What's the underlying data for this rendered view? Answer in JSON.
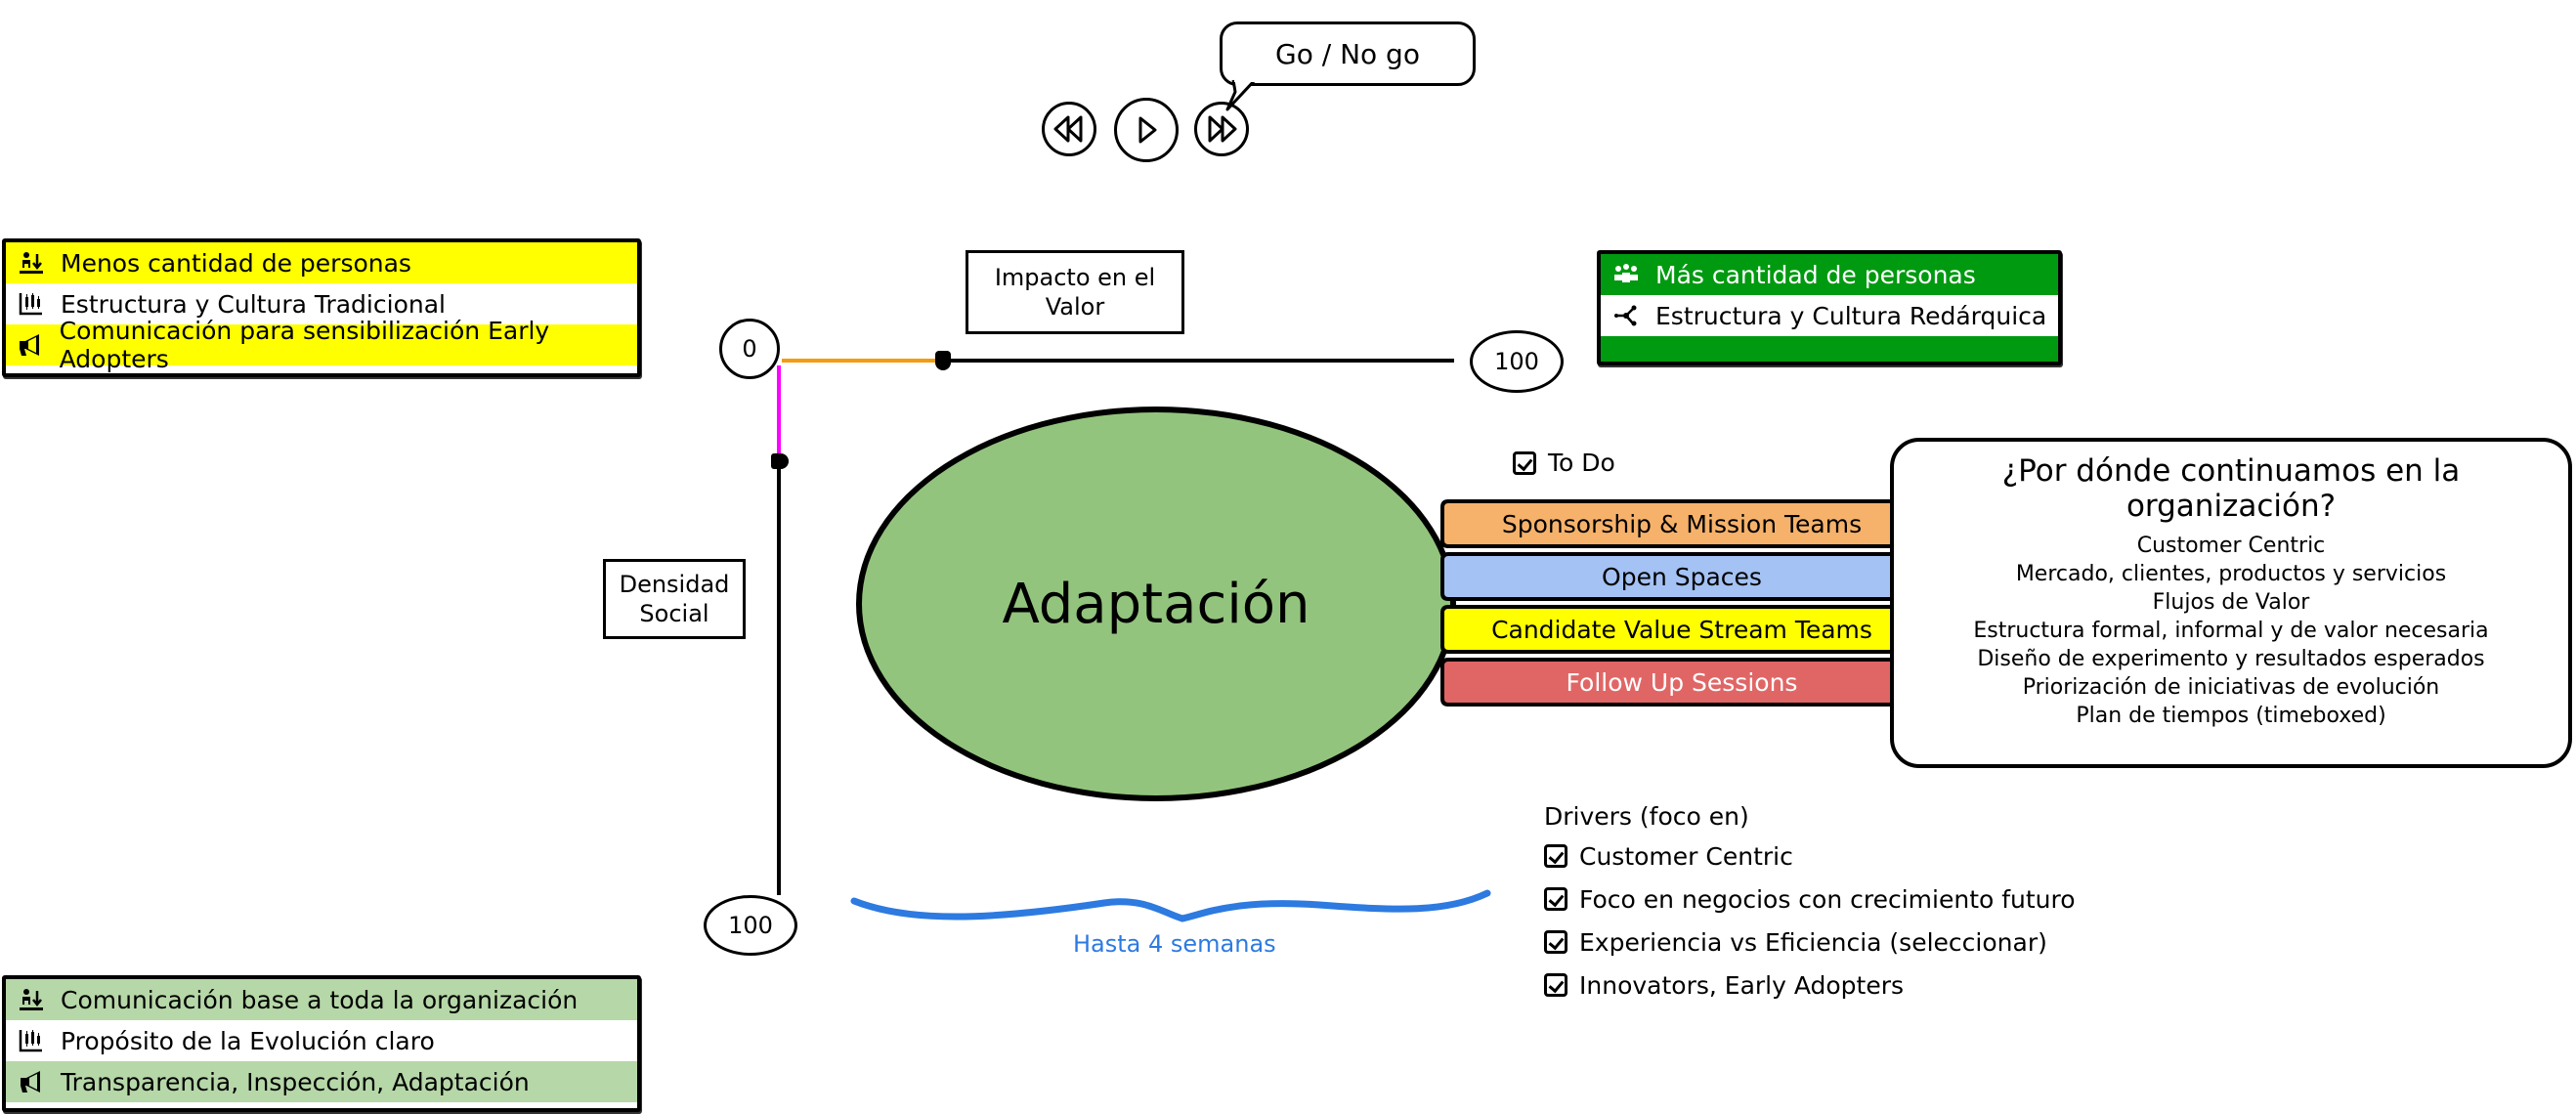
{
  "media_controls": {
    "rewind": "rewind-icon",
    "play": "play-icon",
    "fast_forward": "fast-forward-icon",
    "callout": "Go / No go"
  },
  "legend_top_left": {
    "rows": [
      {
        "icon": "people-decrease-icon",
        "label": "Menos cantidad de personas",
        "color": "#ffff00"
      },
      {
        "icon": "candlestick-chart-icon",
        "label": "Estructura y Cultura Tradicional",
        "color": "#ffffff"
      },
      {
        "icon": "megaphone-icon",
        "label": "Comunicación para sensibilización Early Adopters",
        "color": "#ffff00"
      }
    ]
  },
  "legend_top_right": {
    "rows": [
      {
        "icon": "group-people-icon",
        "label": "Más cantidad de personas",
        "color": "#009a10"
      },
      {
        "icon": "network-icon",
        "label": "Estructura y Cultura Redárquica",
        "color": "#ffffff"
      }
    ]
  },
  "legend_bottom_left": {
    "rows": [
      {
        "icon": "people-decrease-icon",
        "label": "Comunicación base a toda la organización",
        "color": "#b6d7a8"
      },
      {
        "icon": "candlestick-chart-icon",
        "label": "Propósito de la Evolución claro",
        "color": "#ffffff"
      },
      {
        "icon": "megaphone-icon",
        "label": "Transparencia, Inspección, Adaptación",
        "color": "#b6d7a8"
      }
    ]
  },
  "axes": {
    "horizontal": {
      "label": "Impacto en el Valor",
      "min": "0",
      "max": "100",
      "value_percent": 24,
      "active_color": "#f39c12"
    },
    "vertical": {
      "label": "Densidad Social",
      "min": "0",
      "max": "100",
      "value_percent": 18,
      "active_color": "#ff00ff"
    }
  },
  "center": {
    "label": "Adaptación",
    "color": "#93c47d"
  },
  "todo": {
    "label": "To Do",
    "checked": true
  },
  "activities": [
    {
      "label": "Sponsorship & Mission Teams",
      "color": "#f6b26b",
      "text_color": "#000000"
    },
    {
      "label": "Open Spaces",
      "color": "#a4c2f4",
      "text_color": "#000000"
    },
    {
      "label": "Candidate Value Stream Teams",
      "color": "#ffff00",
      "text_color": "#000000"
    },
    {
      "label": "Follow Up Sessions",
      "color": "#e06666",
      "text_color": "#ffffff"
    }
  ],
  "question_box": {
    "title": "¿Por dónde continuamos en la organización?",
    "items": [
      "Customer Centric",
      "Mercado, clientes, productos y servicios",
      "Flujos de Valor",
      "Estructura formal, informal y de valor necesaria",
      "Diseño de experimento y resultados esperados",
      "Priorización de iniciativas de evolución",
      "Plan de tiempos (timeboxed)"
    ]
  },
  "drivers": {
    "heading": "Drivers (foco en)",
    "items": [
      {
        "label": "Customer Centric",
        "checked": true
      },
      {
        "label": "Foco en negocios con crecimiento futuro",
        "checked": true
      },
      {
        "label": "Experiencia vs Eficiencia (seleccionar)",
        "checked": true
      },
      {
        "label": "Innovators, Early Adopters",
        "checked": true
      }
    ]
  },
  "duration": {
    "label": "Hasta 4 semanas",
    "color": "#2d7ae0"
  }
}
